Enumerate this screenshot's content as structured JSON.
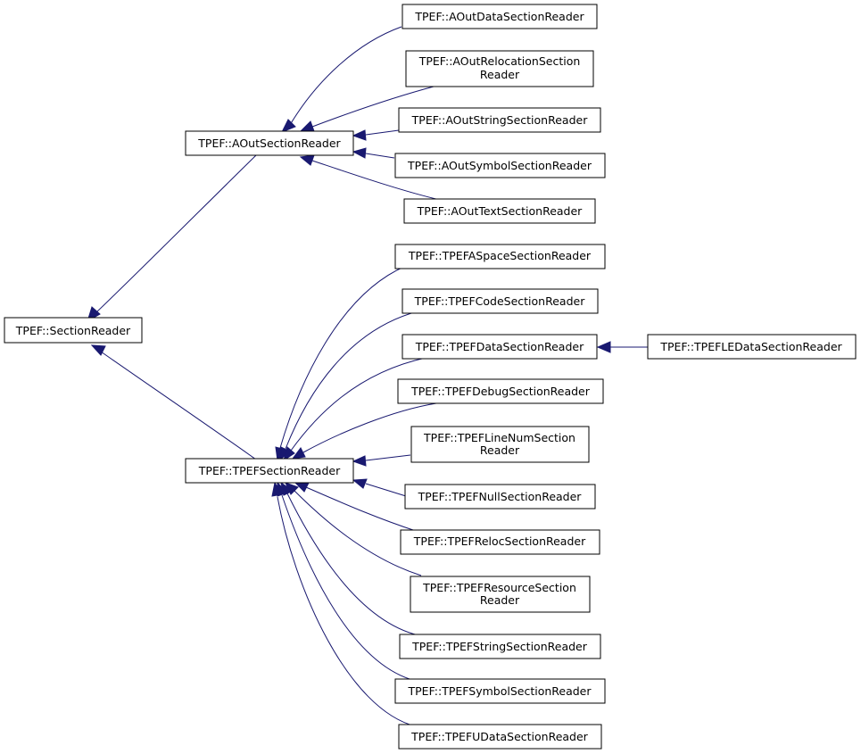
{
  "nodes": {
    "section_reader": "TPEF::SectionReader",
    "aout_section_reader": "TPEF::AOutSectionReader",
    "tpef_section_reader": "TPEF::TPEFSectionReader",
    "aout_data": "TPEF::AOutDataSectionReader",
    "aout_relocation": [
      "TPEF::AOutRelocationSection",
      "Reader"
    ],
    "aout_string": "TPEF::AOutStringSectionReader",
    "aout_symbol": "TPEF::AOutSymbolSectionReader",
    "aout_text": "TPEF::AOutTextSectionReader",
    "tpef_aspace": "TPEF::TPEFASpaceSectionReader",
    "tpef_code": "TPEF::TPEFCodeSectionReader",
    "tpef_data": "TPEF::TPEFDataSectionReader",
    "tpef_le_data": "TPEF::TPEFLEDataSectionReader",
    "tpef_debug": "TPEF::TPEFDebugSectionReader",
    "tpef_linenum": [
      "TPEF::TPEFLineNumSection",
      "Reader"
    ],
    "tpef_null": "TPEF::TPEFNullSectionReader",
    "tpef_reloc": "TPEF::TPEFRelocSectionReader",
    "tpef_resource": [
      "TPEF::TPEFResourceSection",
      "Reader"
    ],
    "tpef_string": "TPEF::TPEFStringSectionReader",
    "tpef_symbol": "TPEF::TPEFSymbolSectionReader",
    "tpef_udata": "TPEF::TPEFUDataSectionReader"
  },
  "edges": [
    {
      "child": "aout_section_reader",
      "parent": "section_reader"
    },
    {
      "child": "tpef_section_reader",
      "parent": "section_reader"
    },
    {
      "child": "aout_data",
      "parent": "aout_section_reader"
    },
    {
      "child": "aout_relocation",
      "parent": "aout_section_reader"
    },
    {
      "child": "aout_string",
      "parent": "aout_section_reader"
    },
    {
      "child": "aout_symbol",
      "parent": "aout_section_reader"
    },
    {
      "child": "aout_text",
      "parent": "aout_section_reader"
    },
    {
      "child": "tpef_aspace",
      "parent": "tpef_section_reader"
    },
    {
      "child": "tpef_code",
      "parent": "tpef_section_reader"
    },
    {
      "child": "tpef_data",
      "parent": "tpef_section_reader"
    },
    {
      "child": "tpef_le_data",
      "parent": "tpef_data"
    },
    {
      "child": "tpef_debug",
      "parent": "tpef_section_reader"
    },
    {
      "child": "tpef_linenum",
      "parent": "tpef_section_reader"
    },
    {
      "child": "tpef_null",
      "parent": "tpef_section_reader"
    },
    {
      "child": "tpef_reloc",
      "parent": "tpef_section_reader"
    },
    {
      "child": "tpef_resource",
      "parent": "tpef_section_reader"
    },
    {
      "child": "tpef_string",
      "parent": "tpef_section_reader"
    },
    {
      "child": "tpef_symbol",
      "parent": "tpef_section_reader"
    },
    {
      "child": "tpef_udata",
      "parent": "tpef_section_reader"
    }
  ],
  "colors": {
    "edge": "#191970",
    "node_border": "#000000",
    "background": "#ffffff"
  }
}
